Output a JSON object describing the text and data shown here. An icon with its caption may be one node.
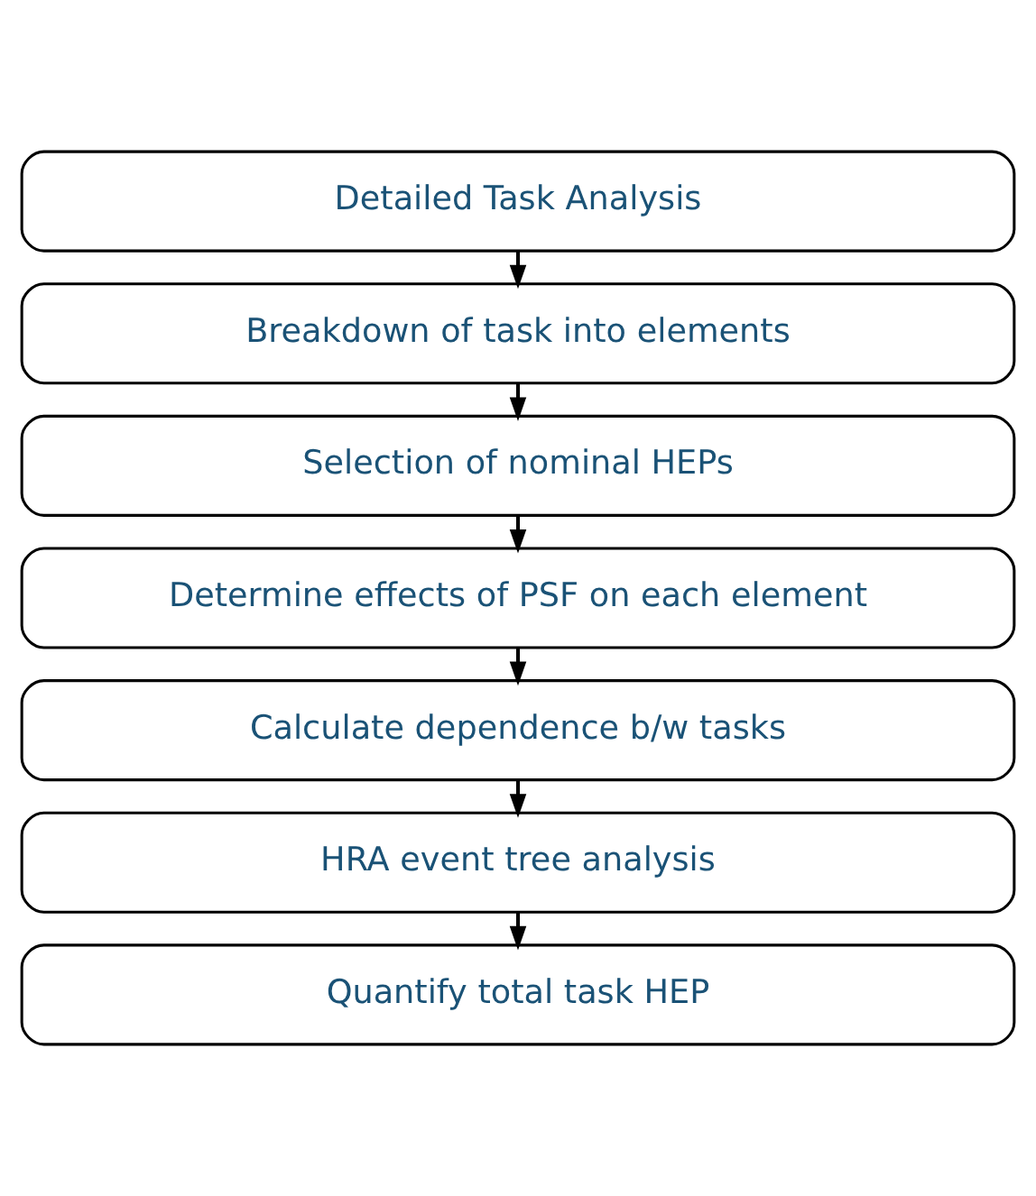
{
  "diagram": {
    "nodes": [
      {
        "text": [
          "Detailed Task Analysis"
        ]
      },
      {
        "text": [
          "Breakdown of task into elements"
        ]
      },
      {
        "text": [
          "Selection of nominal HEPs"
        ]
      },
      {
        "text": [
          "Determine effects of PSF on each element"
        ]
      },
      {
        "text": [
          "Calculate dependence b/w tasks"
        ]
      },
      {
        "text": [
          "HRA event tree analysis"
        ]
      },
      {
        "text": [
          "Quantify total task HEP"
        ]
      }
    ],
    "edges": [
      {
        "from": 0,
        "to": 1,
        "arrow": "to"
      },
      {
        "from": 1,
        "to": 2,
        "arrow": "to"
      },
      {
        "from": 2,
        "to": 3,
        "arrow": "to"
      },
      {
        "from": 3,
        "to": 4,
        "arrow": "to"
      },
      {
        "from": 4,
        "to": 5,
        "arrow": "to"
      },
      {
        "from": 5,
        "to": 6,
        "arrow": "to"
      }
    ]
  }
}
